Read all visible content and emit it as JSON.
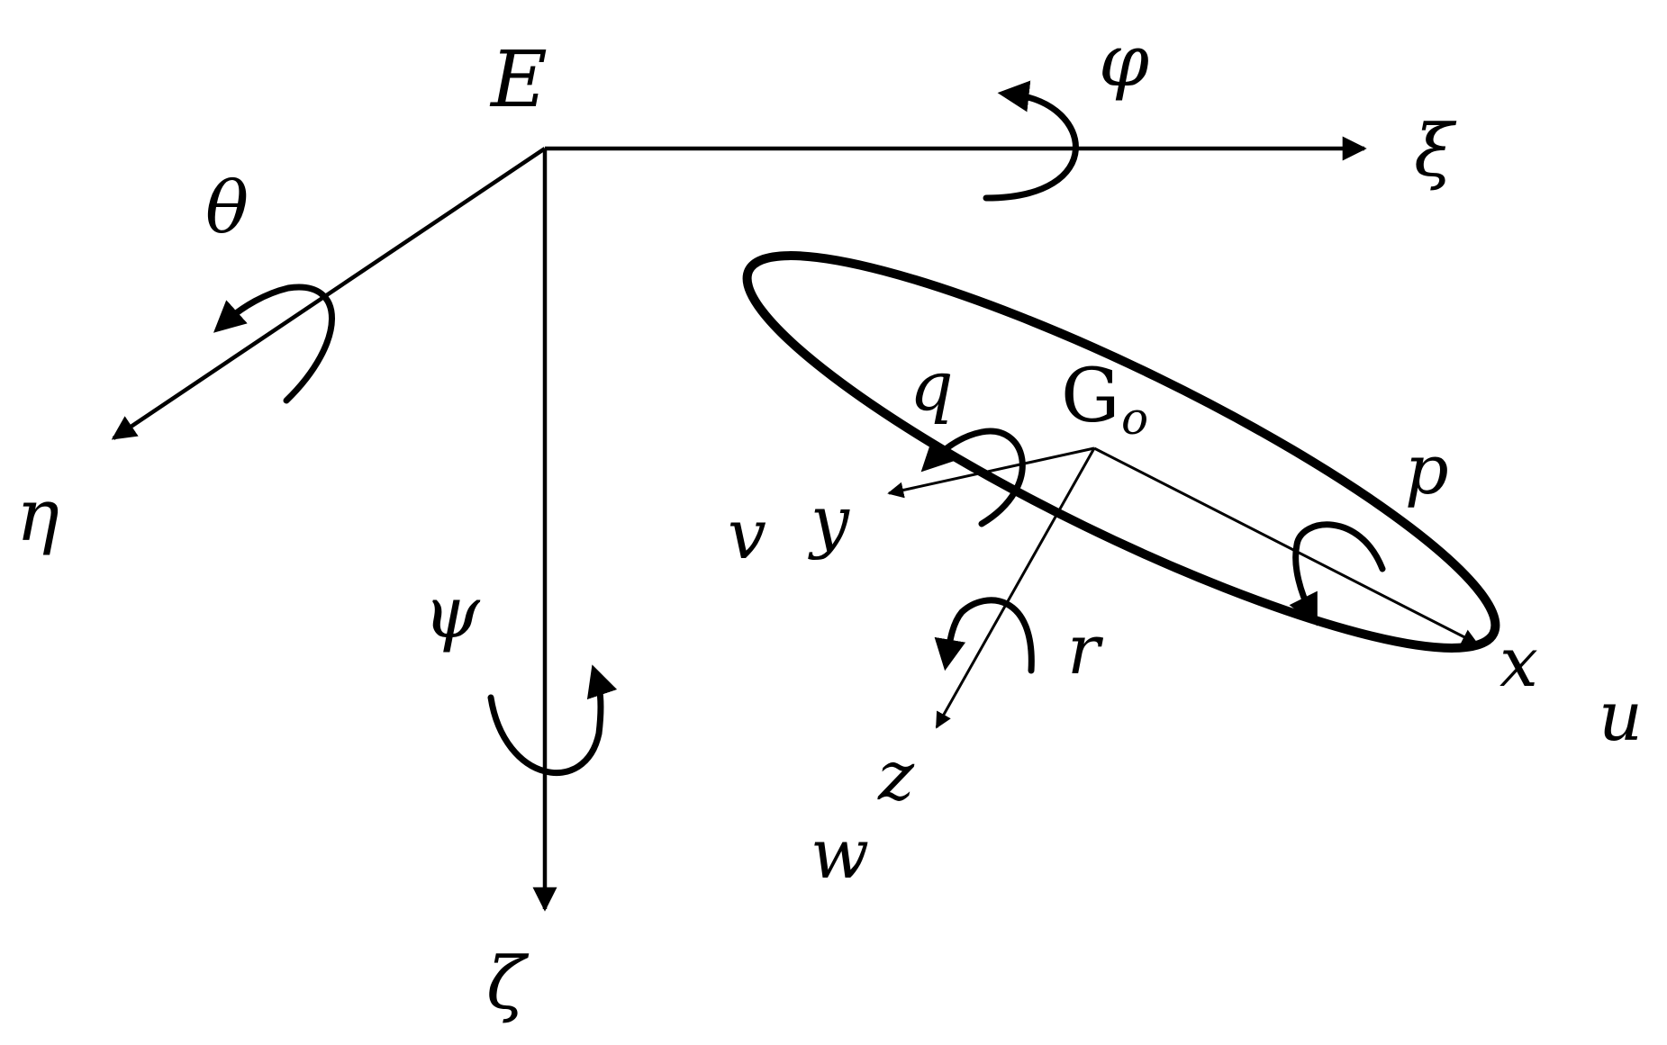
{
  "earth_frame": {
    "origin_label": "E",
    "axes": {
      "xi": "ξ",
      "eta": "η",
      "zeta": "ζ"
    },
    "rotations": {
      "phi": "φ",
      "theta": "θ",
      "psi": "ψ"
    }
  },
  "body_frame": {
    "origin_label": "G",
    "origin_subscript": "o",
    "axes": {
      "x": "x",
      "y": "y",
      "z": "z"
    },
    "velocities": {
      "u": "u",
      "v": "v",
      "w": "w"
    },
    "rates": {
      "p": "p",
      "q": "q",
      "r": "r"
    }
  }
}
